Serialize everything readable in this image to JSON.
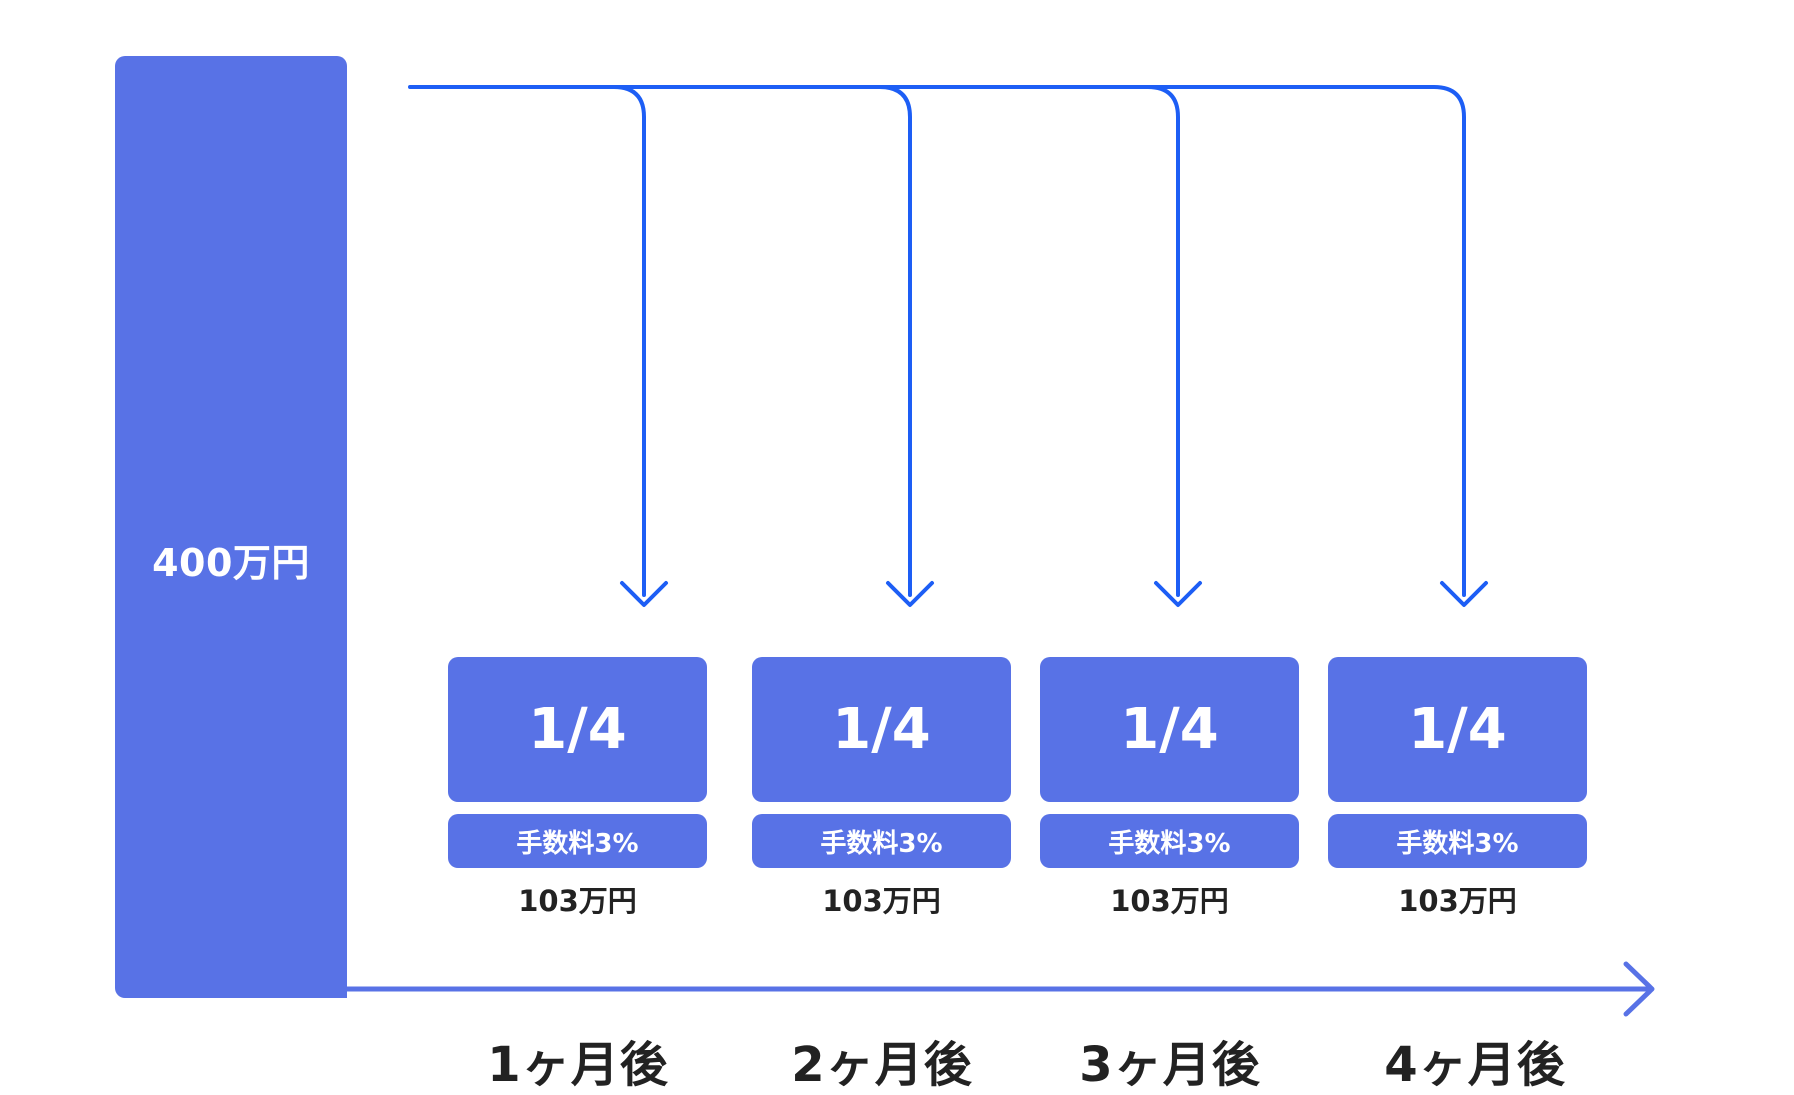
{
  "total": {
    "label": "400万円"
  },
  "installments": [
    {
      "fraction": "1/4",
      "fee": "手数料3%",
      "amount": "103万円",
      "period": "1ヶ月後"
    },
    {
      "fraction": "1/4",
      "fee": "手数料3%",
      "amount": "103万円",
      "period": "2ヶ月後"
    },
    {
      "fraction": "1/4",
      "fee": "手数料3%",
      "amount": "103万円",
      "period": "3ヶ月後"
    },
    {
      "fraction": "1/4",
      "fee": "手数料3%",
      "amount": "103万円",
      "period": "4ヶ月後"
    }
  ],
  "colors": {
    "box_fill": "#5872e6",
    "flow_line": "#1d5ef5",
    "axis_line": "#5872e6",
    "box_text": "#ffffff",
    "label_text": "#222222"
  }
}
